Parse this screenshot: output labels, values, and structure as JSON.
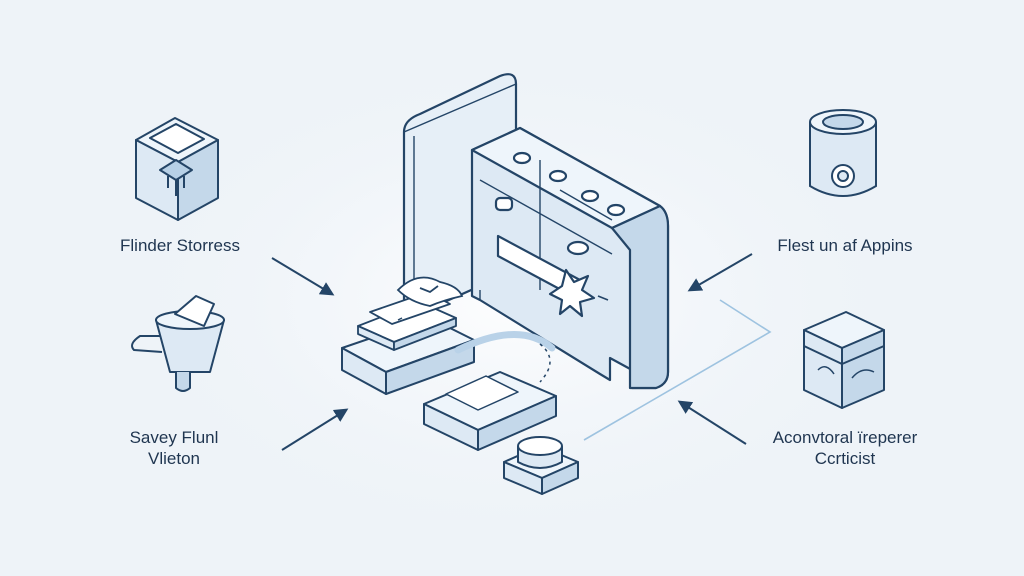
{
  "labels": {
    "top_left": "Flinder Storress",
    "bottom_left_line1": "Savey Flunl",
    "bottom_left_line2": "Vlieton",
    "top_right": "Flest un af Appins",
    "bottom_right_line1": "Aconvtoral ïreperer",
    "bottom_right_line2": "Ccrticist"
  },
  "colors": {
    "background": "#eef3f8",
    "stroke": "#244567",
    "fill_light": "#dde9f4",
    "fill_mid": "#c4d8ea",
    "accent": "#8fb8d8"
  },
  "icons": [
    "storage-cube-icon",
    "funnel-cup-icon",
    "cylinder-icon",
    "stacked-box-icon",
    "central-server-icon"
  ]
}
